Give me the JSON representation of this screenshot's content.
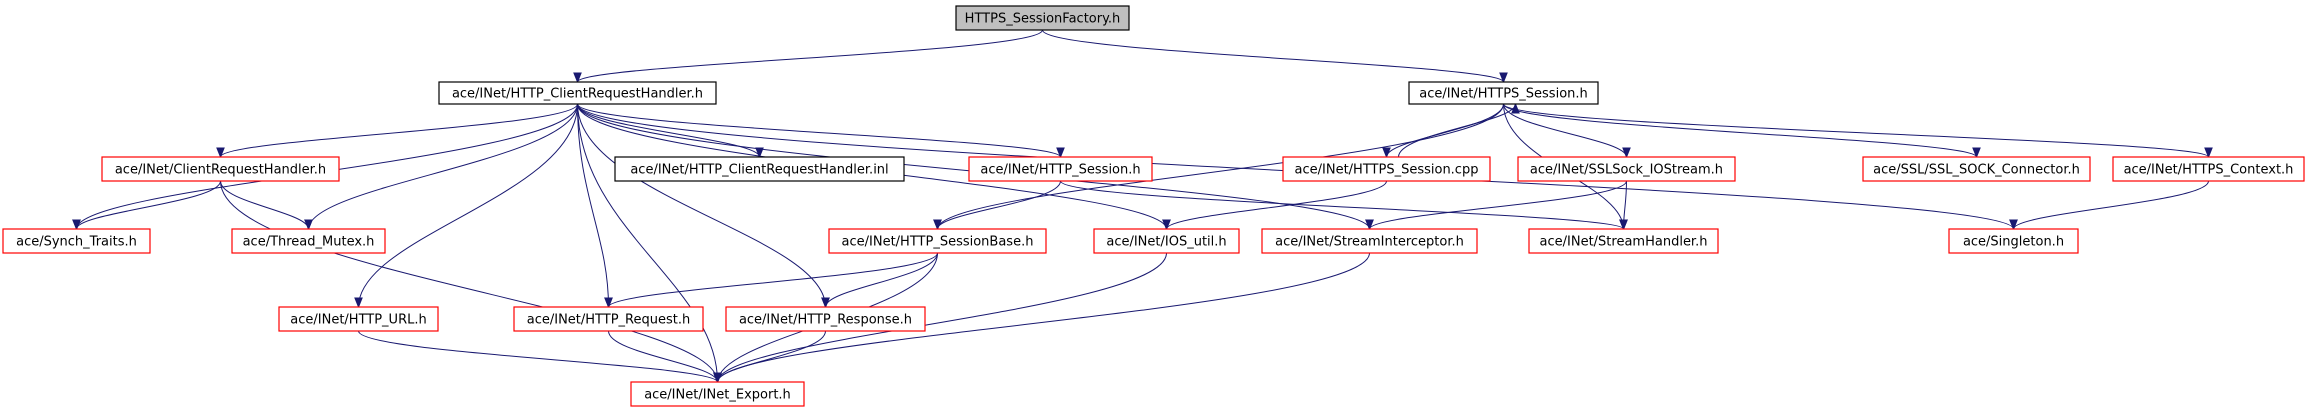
{
  "colors": {
    "root_fill": "#bfbfbf",
    "documented_border": "#000000",
    "undocumented_border": "#ff0000",
    "edge": "#191970",
    "background": "#ffffff"
  },
  "nodes": [
    {
      "id": "root",
      "label": "HTTPS_SessionFactory.h",
      "style": "root"
    },
    {
      "id": "crh",
      "label": "ace/INet/HTTP_ClientRequestHandler.h",
      "style": "black"
    },
    {
      "id": "https_session",
      "label": "ace/INet/HTTPS_Session.h",
      "style": "black"
    },
    {
      "id": "client_rh",
      "label": "ace/INet/ClientRequestHandler.h",
      "style": "red"
    },
    {
      "id": "crh_inl",
      "label": "ace/INet/HTTP_ClientRequestHandler.inl",
      "style": "black"
    },
    {
      "id": "http_session",
      "label": "ace/INet/HTTP_Session.h",
      "style": "red"
    },
    {
      "id": "https_session_cpp",
      "label": "ace/INet/HTTPS_Session.cpp",
      "style": "red"
    },
    {
      "id": "sslsock",
      "label": "ace/INet/SSLSock_IOStream.h",
      "style": "red"
    },
    {
      "id": "ssl_connector",
      "label": "ace/SSL/SSL_SOCK_Connector.h",
      "style": "red"
    },
    {
      "id": "https_context",
      "label": "ace/INet/HTTPS_Context.h",
      "style": "red"
    },
    {
      "id": "synch_traits",
      "label": "ace/Synch_Traits.h",
      "style": "red"
    },
    {
      "id": "thread_mutex",
      "label": "ace/Thread_Mutex.h",
      "style": "red"
    },
    {
      "id": "session_base",
      "label": "ace/INet/HTTP_SessionBase.h",
      "style": "red"
    },
    {
      "id": "ios_util",
      "label": "ace/INet/IOS_util.h",
      "style": "red"
    },
    {
      "id": "stream_interceptor",
      "label": "ace/INet/StreamInterceptor.h",
      "style": "red"
    },
    {
      "id": "stream_handler",
      "label": "ace/INet/StreamHandler.h",
      "style": "red"
    },
    {
      "id": "singleton",
      "label": "ace/Singleton.h",
      "style": "red"
    },
    {
      "id": "http_url",
      "label": "ace/INet/HTTP_URL.h",
      "style": "red"
    },
    {
      "id": "http_request",
      "label": "ace/INet/HTTP_Request.h",
      "style": "red"
    },
    {
      "id": "http_response",
      "label": "ace/INet/HTTP_Response.h",
      "style": "red"
    },
    {
      "id": "inet_export",
      "label": "ace/INet/INet_Export.h",
      "style": "red"
    }
  ],
  "edges": [
    [
      "root",
      "crh"
    ],
    [
      "root",
      "https_session"
    ],
    [
      "crh",
      "client_rh"
    ],
    [
      "crh",
      "synch_traits"
    ],
    [
      "crh",
      "thread_mutex"
    ],
    [
      "crh",
      "crh_inl"
    ],
    [
      "crh",
      "http_session"
    ],
    [
      "crh",
      "http_url"
    ],
    [
      "crh",
      "http_request"
    ],
    [
      "crh",
      "http_response"
    ],
    [
      "crh",
      "inet_export"
    ],
    [
      "crh",
      "ios_util"
    ],
    [
      "crh",
      "stream_interceptor"
    ],
    [
      "crh",
      "singleton"
    ],
    [
      "https_session",
      "session_base"
    ],
    [
      "https_session",
      "https_session_cpp"
    ],
    [
      "https_session",
      "sslsock"
    ],
    [
      "https_session",
      "stream_handler"
    ],
    [
      "https_session",
      "ssl_connector"
    ],
    [
      "https_session",
      "https_context"
    ],
    [
      "https_session_cpp",
      "https_session"
    ],
    [
      "https_session_cpp",
      "ios_util"
    ],
    [
      "client_rh",
      "synch_traits"
    ],
    [
      "client_rh",
      "thread_mutex"
    ],
    [
      "client_rh",
      "inet_export"
    ],
    [
      "http_session",
      "session_base"
    ],
    [
      "http_session",
      "stream_handler"
    ],
    [
      "sslsock",
      "stream_handler"
    ],
    [
      "sslsock",
      "stream_interceptor"
    ],
    [
      "https_context",
      "singleton"
    ],
    [
      "session_base",
      "http_request"
    ],
    [
      "session_base",
      "http_response"
    ],
    [
      "session_base",
      "inet_export"
    ],
    [
      "ios_util",
      "inet_export"
    ],
    [
      "stream_interceptor",
      "inet_export"
    ],
    [
      "http_url",
      "inet_export"
    ],
    [
      "http_request",
      "inet_export"
    ],
    [
      "http_response",
      "inet_export"
    ]
  ]
}
